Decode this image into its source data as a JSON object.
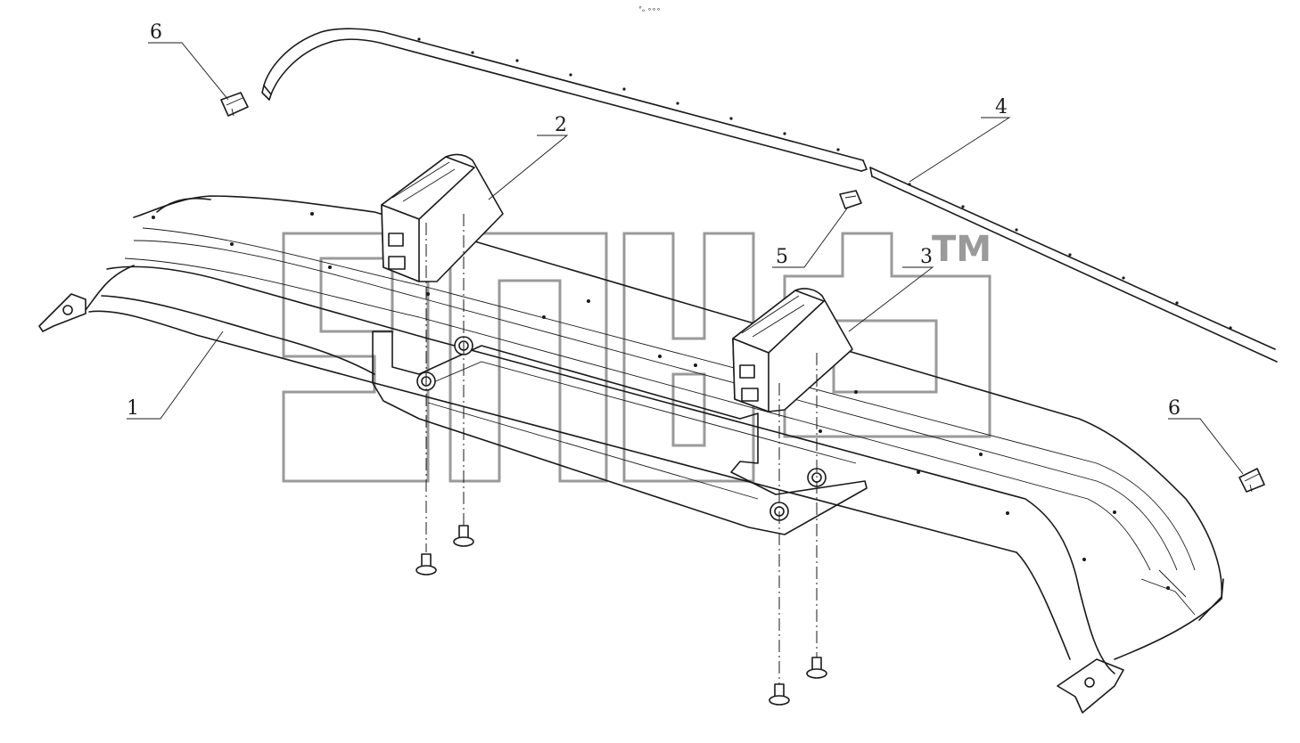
{
  "header_mark": "°ₒ ∘∘∘",
  "watermark": {
    "trademark": "TM"
  },
  "callouts": [
    {
      "id": "callout-1",
      "label": "1"
    },
    {
      "id": "callout-2",
      "label": "2"
    },
    {
      "id": "callout-3",
      "label": "3"
    },
    {
      "id": "callout-4",
      "label": "4"
    },
    {
      "id": "callout-5",
      "label": "5"
    },
    {
      "id": "callout-6-left",
      "label": "6"
    },
    {
      "id": "callout-6-right",
      "label": "6"
    }
  ]
}
